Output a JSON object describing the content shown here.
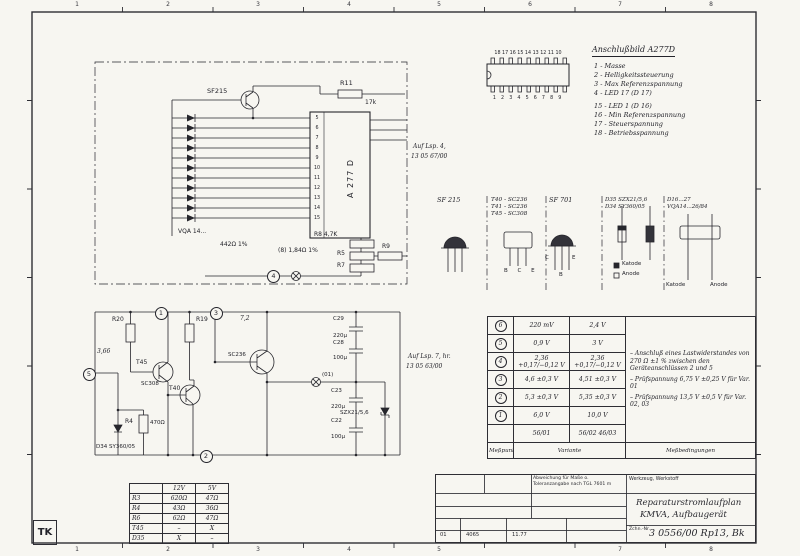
{
  "sheet": {
    "code": "TK",
    "ruler_top": [
      "1",
      "2",
      "3",
      "4",
      "5",
      "6",
      "7",
      "8"
    ],
    "ruler_bottom": [
      "1",
      "2",
      "3",
      "4",
      "5",
      "6",
      "7",
      "8"
    ]
  },
  "top_schematic": {
    "t1_label": "SF215",
    "r11": "R11",
    "r11_value": "17k",
    "ic_label": "A 277 D",
    "ic_pins": "5\n6\n7\n8\n9\n10\n11\n12\n13\n14\n15",
    "led_group": "VQA 14...",
    "r_precision_a": "442Ω 1%",
    "r_precision_b": "(8) 1,84Ω 1%",
    "r8": "R8  4,7K",
    "r5": "R5",
    "r7": "R7",
    "r9": "R9",
    "node4": "4",
    "xref_line1": "Auf Lsp. 4,",
    "xref_line2": "13 05 67/00"
  },
  "pinout": {
    "title": "Anschlußbild A277D",
    "pins_top": "18 17 16 15 14 13 12 11 10",
    "pins_bottom": "1 2 3 4 5 6 7 8 9",
    "legend_a": [
      "1 - Masse",
      "2 - Helligkeitssteuerung",
      "3 - Max Referenzspannung",
      "4 - LED 17 (D 17)"
    ],
    "legend_b": [
      "15 - LED 1 (D 16)",
      "16 - Min Referenzspannung",
      "17 - Steuerspannung",
      "18 - Betriebsspannung"
    ]
  },
  "components": {
    "s1_title": "SF 215",
    "s2_title": "T40 - SC236\nT41 - SC236\nT45 - SC308",
    "s3_title": "SF 701",
    "s4_title": "D35 SZX21/5,6\nD34 SY360/05",
    "s5_title": "D16...27\nVQA14...26/84",
    "bce": "B C E",
    "b": "B",
    "c": "C",
    "e": "E",
    "katode": "Katode",
    "anode": "Anode"
  },
  "bottom_schematic": {
    "node1": "1",
    "node2": "2",
    "node3": "3",
    "node5": "5",
    "v_72": "7,2",
    "v_366": "3,66",
    "r20": "R20",
    "r19": "R19",
    "r4": "R4",
    "r4_value": "470Ω",
    "t45": "T45",
    "t45_type": "SC308",
    "t40": "T40",
    "t3_type": "SC236",
    "c29": "C29",
    "c29_value": "220µ",
    "c28": "C28",
    "c28_value": "100µ",
    "c23": "C23",
    "c23_value": "220µ",
    "c22": "C22",
    "c22_value": "100µ",
    "d34": "D34 SY360/05",
    "d35": "SZX21/5,6",
    "tap": "(01)",
    "xref_line1": "Auf Lsp. 7, hr.",
    "xref_line2": "13 05 63/00"
  },
  "mtable": {
    "rows": [
      {
        "n": "6",
        "v1": "220 mV",
        "v2": "2,4 V"
      },
      {
        "n": "5",
        "v1": "0,9 V",
        "v2": "3 V"
      },
      {
        "n": "4",
        "v1": "2,36 +0,17/−0,12 V",
        "v2": "2,36 +0,17/−0,12 V"
      },
      {
        "n": "3",
        "v1": "4,6 ±0,3 V",
        "v2": "4,51 ±0,3 V"
      },
      {
        "n": "2",
        "v1": "5,3 ±0,3 V",
        "v2": "5,35 ±0,3 V"
      },
      {
        "n": "1",
        "v1": "6,0 V",
        "v2": "10,0 V"
      }
    ],
    "variant1": "56/01",
    "variant2": "56/02  46/03",
    "footer_left": "Meßpunkt",
    "footer_mid": "Variante",
    "footer_right": "Meßbedingungen",
    "notes": [
      "– Anschluß eines Lastwiderstandes von 270 Ω ±1 % zwischen den Geräteanschlüssen 2 und 5",
      "– Prüfspannung 6,75 V ±0,25 V für Var. 01",
      "– Prüfspannung 13,5 V ±0,5 V für Var. 02, 03"
    ]
  },
  "rtable": {
    "headers": [
      "",
      "12V",
      "5V"
    ],
    "rows": [
      [
        "R3",
        "620Ω",
        "47Ω"
      ],
      [
        "R4",
        "43Ω",
        "36Ω"
      ],
      [
        "R6",
        "62Ω",
        "47Ω"
      ],
      [
        "T45",
        "–",
        "X"
      ],
      [
        "D35",
        "X",
        "–"
      ]
    ]
  },
  "titleblock": {
    "tol_note": "Abweichung für Maße o. Toleranzangabe nach TGL 7601 m",
    "tool_note": "Werkzeug, Werkstoff",
    "title_line1": "Reparaturstromlaufplan",
    "title_line2": "KMVA, Aufbaugerät",
    "number_label": "Zchn.-Nr.",
    "number": "3 0556/00 Rp13, Bk",
    "rev1": "01",
    "rev2": "4065",
    "rev3": "11.77"
  }
}
